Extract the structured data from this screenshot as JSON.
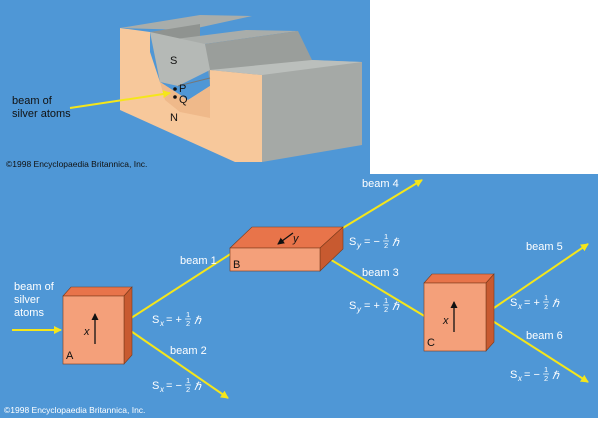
{
  "top_figure": {
    "beam_label_line1": "beam of",
    "beam_label_line2": "silver atoms",
    "magnet_south": "S",
    "magnet_north": "N",
    "point_p": "P",
    "point_q": "Q",
    "copyright": "©1998 Encyclopaedia Britannica, Inc."
  },
  "bottom_figure": {
    "source_line1": "beam of",
    "source_line2": "silver",
    "source_line3": "atoms",
    "device_a": "A",
    "device_b": "B",
    "device_c": "C",
    "axis_a": "x",
    "axis_b": "y",
    "axis_c": "x",
    "beam1": "beam 1",
    "beam2": "beam 2",
    "beam3": "beam 3",
    "beam4": "beam 4",
    "beam5": "beam 5",
    "beam6": "beam 6",
    "spin_symbol": "S",
    "sub_x": "x",
    "sub_y": "y",
    "eq_plus": "= +",
    "eq_minus": "= −",
    "half_num": "1",
    "half_den": "2",
    "hbar": "ℏ",
    "copyright": "©1998 Encyclopaedia Britannica, Inc."
  },
  "colors": {
    "background_blue": "#4f97d6",
    "beam_yellow": "#f5e61a",
    "box_front": "#f4a07a",
    "box_top": "#e8744a",
    "box_side": "#c85a30",
    "magnet_face": "#f7c89b",
    "magnet_gray": "#a9adaa"
  }
}
